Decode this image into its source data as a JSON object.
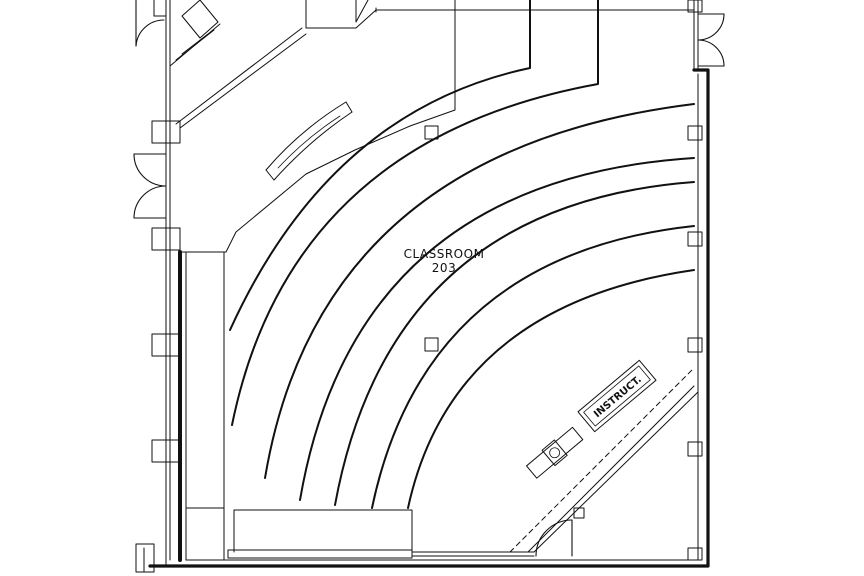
{
  "room": {
    "name": "CLASSROOM",
    "number": "203"
  },
  "instructor_table": {
    "label": "INSTRUCT."
  },
  "colors": {
    "line": "#111111",
    "background": "#ffffff"
  }
}
